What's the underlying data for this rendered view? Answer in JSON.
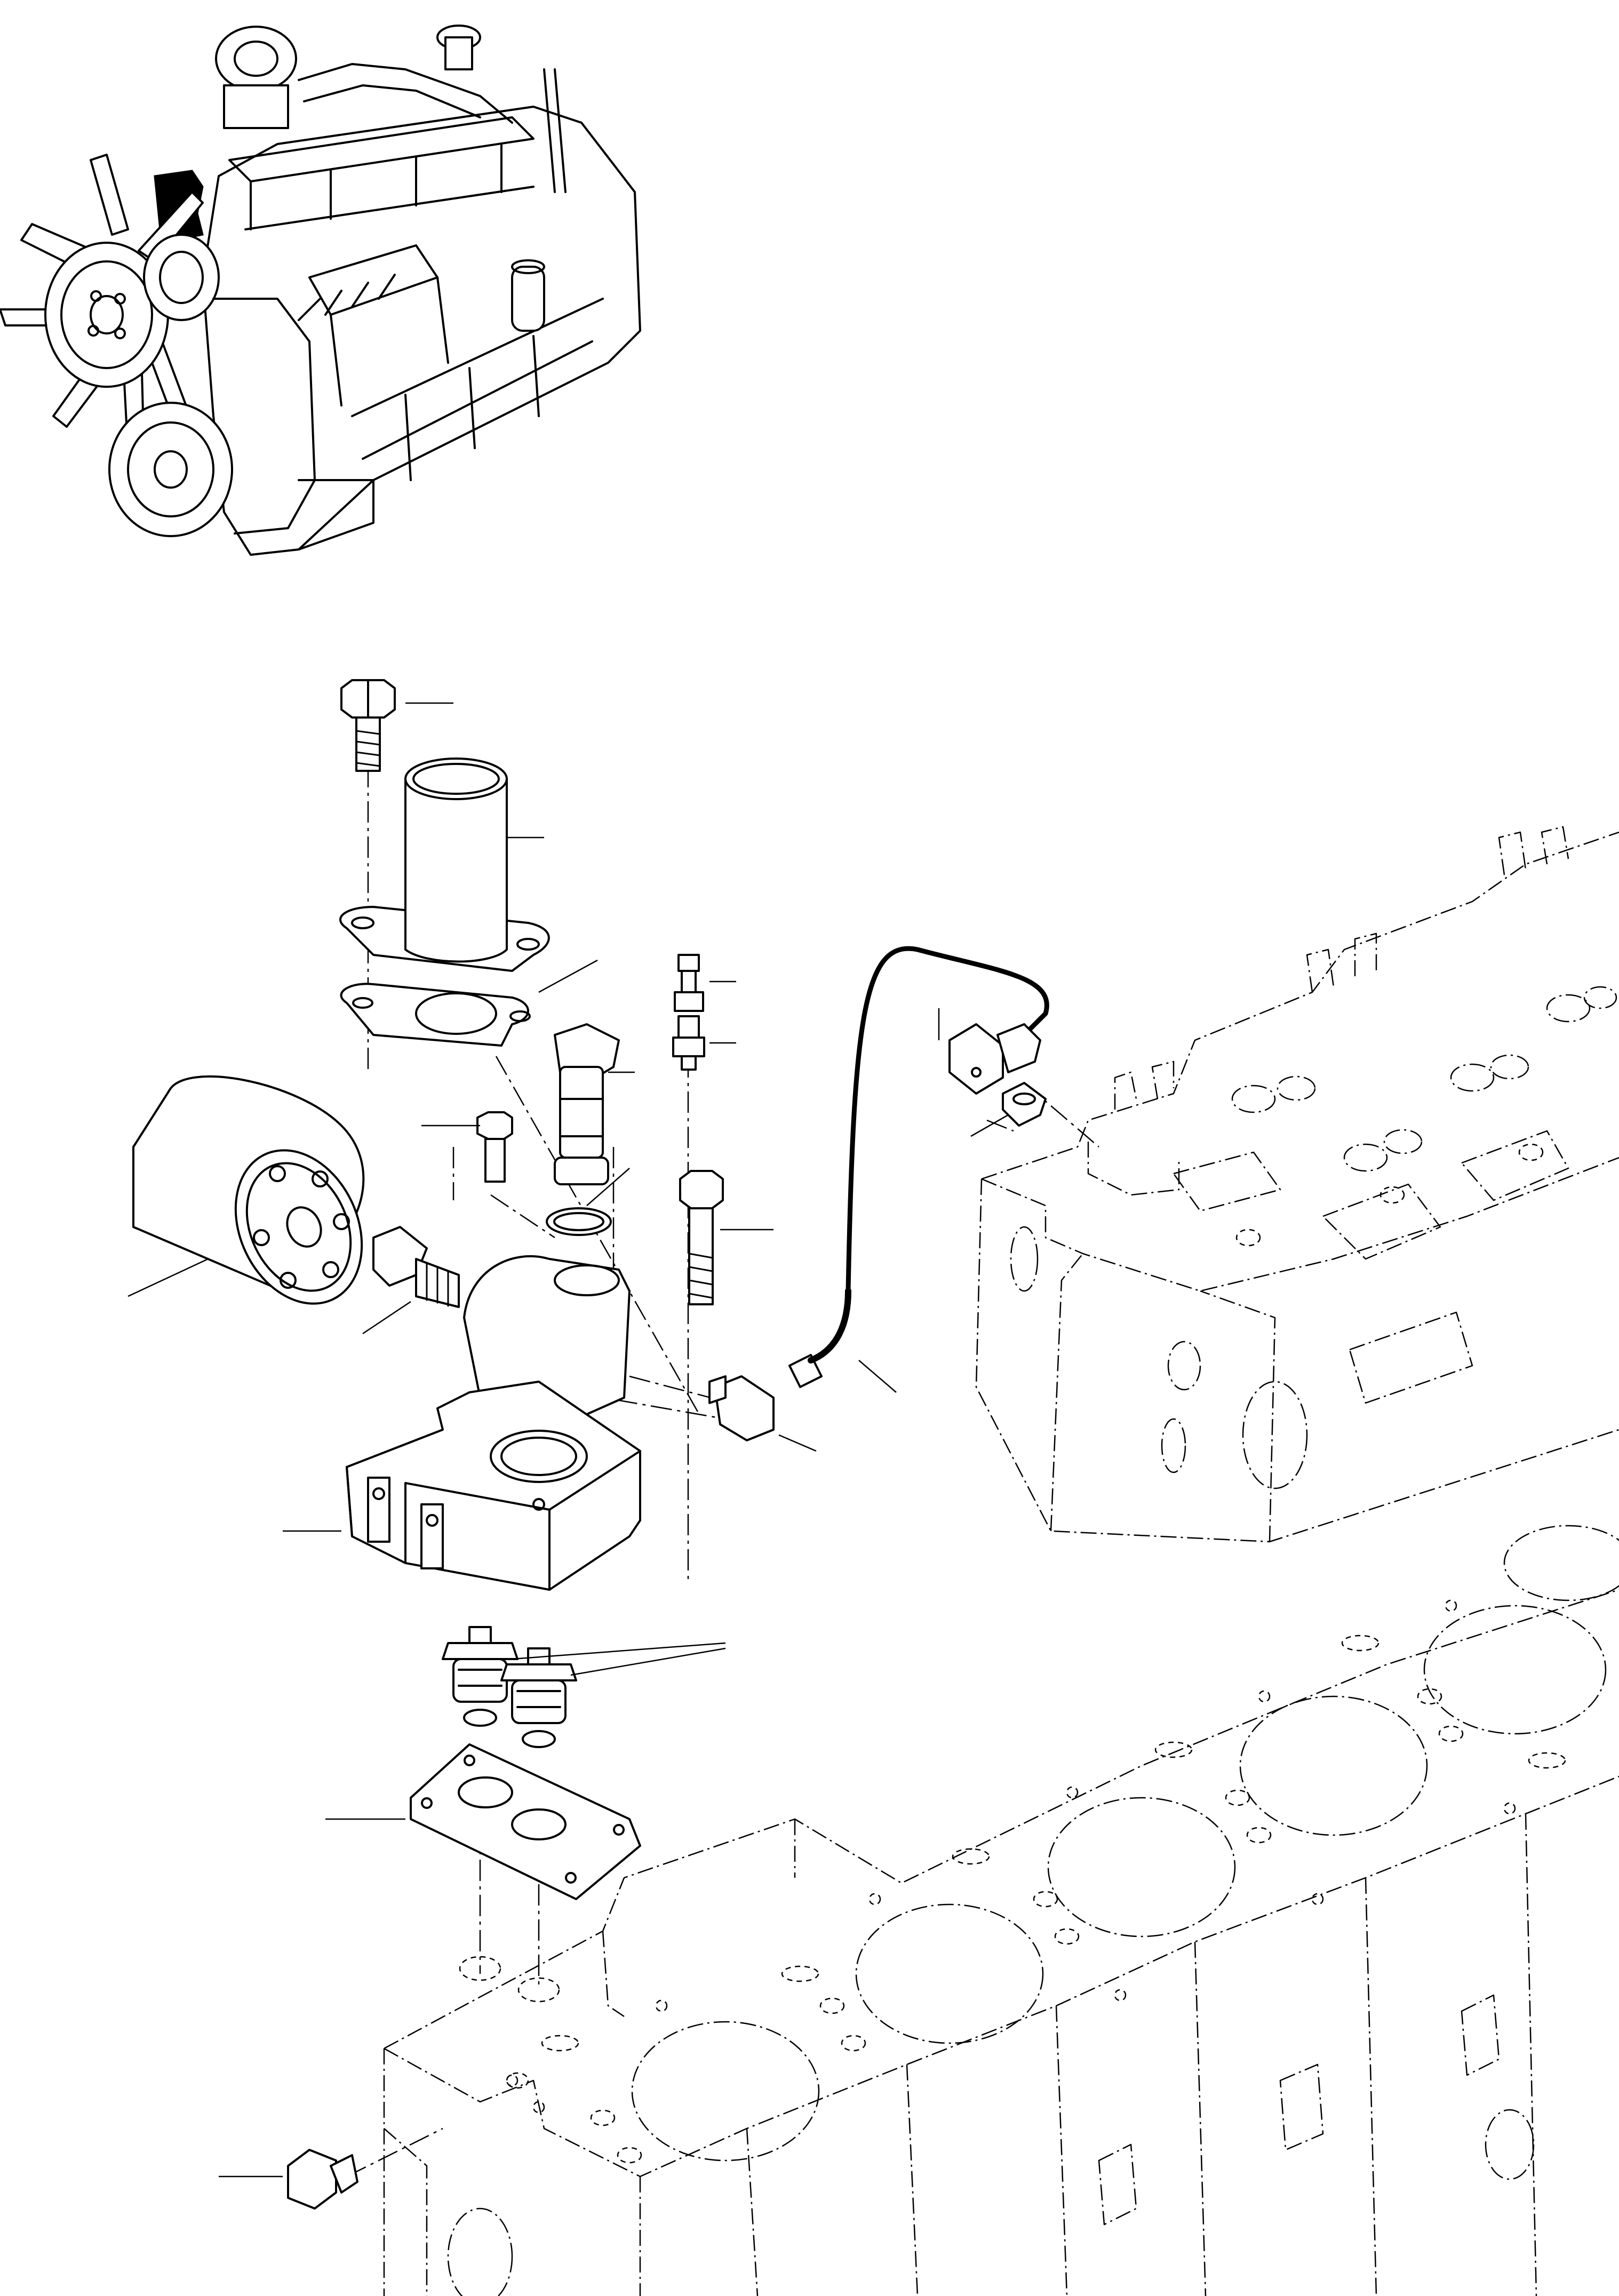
{
  "drawing": {
    "kind": "exploded-parts-view",
    "line_color": "#000000",
    "background": "#ffffff",
    "highlight_color": "#000000",
    "callout_labels": [],
    "components": [
      "engine-overview",
      "thermostat-cover-flange-bolt",
      "water-outlet-elbow",
      "outlet-gasket",
      "bleed-screw",
      "temperature-sender",
      "bypass-valve",
      "o-ring",
      "small-bolt",
      "long-bolt",
      "oil-filter",
      "nipple-adapter",
      "thermostat-housing",
      "sensor-connector",
      "sensor-harness",
      "harness-connector",
      "harness-plug",
      "thermostats",
      "housing-gasket",
      "drain-plug",
      "cylinder-head-ghost",
      "cylinder-block-ghost"
    ]
  }
}
